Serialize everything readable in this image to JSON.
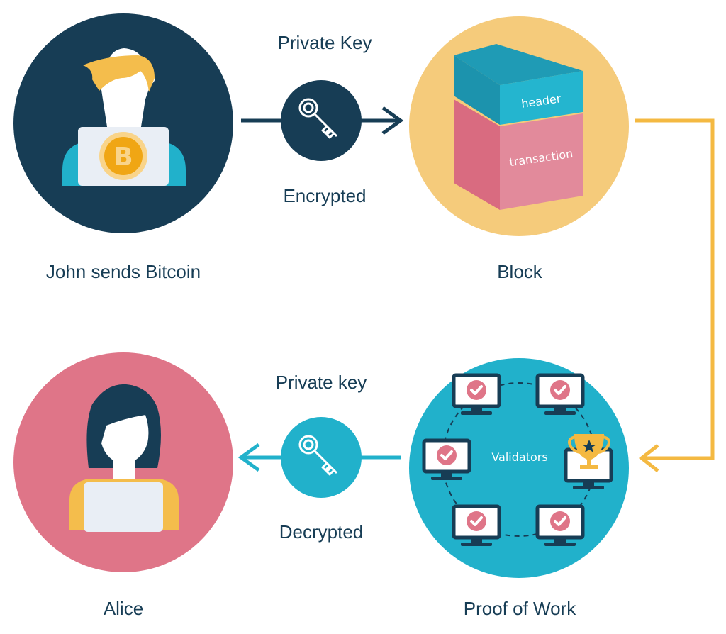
{
  "labels": {
    "top_key_label": "Private Key",
    "encrypted": "Encrypted",
    "john": "John sends Bitcoin",
    "block": "Block",
    "bottom_key_label": "Private key",
    "decrypted": "Decrypted",
    "alice": "Alice",
    "proof_of_work": "Proof of Work"
  },
  "block": {
    "header": "header",
    "transaction": "transaction"
  },
  "validators": {
    "label": "Validators"
  },
  "colors": {
    "navy": "#173d55",
    "yellow": "#f5cb7b",
    "teal": "#21b1cb",
    "pink": "#df7588",
    "gold": "#f4b942"
  },
  "icons": [
    "person-icon",
    "bitcoin-icon",
    "key-icon",
    "block-icon",
    "monitor-check-icon",
    "trophy-icon"
  ]
}
